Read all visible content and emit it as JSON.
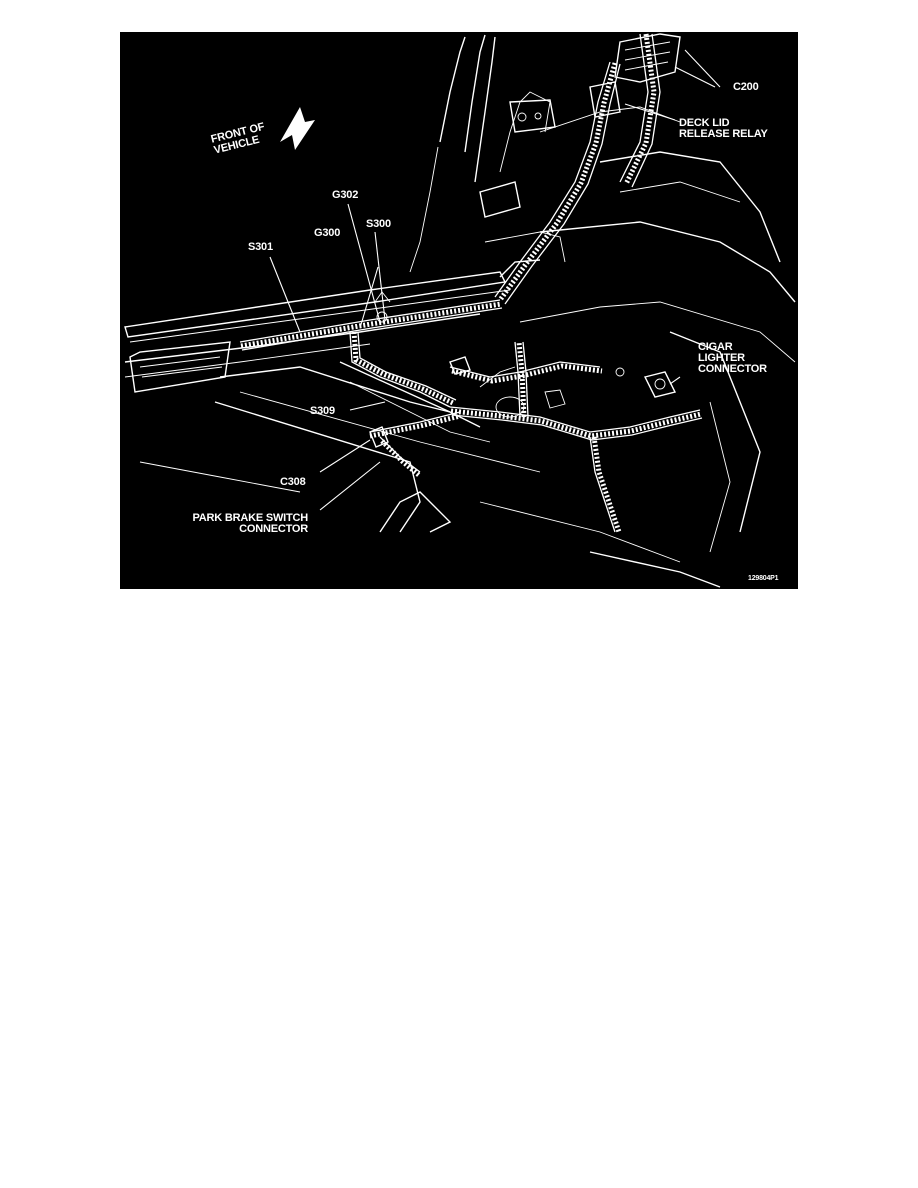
{
  "figure": {
    "background": "#000000",
    "line_color": "#ffffff",
    "figure_id": "129804P1"
  },
  "labels": {
    "c200": "C200",
    "deck_lid_line1": "DECK LID",
    "deck_lid_line2": "RELEASE RELAY",
    "front_line1": "FRONT OF",
    "front_line2": "VEHICLE",
    "g302": "G302",
    "s300": "S300",
    "g300": "G300",
    "s301": "S301",
    "cigar_line1": "CIGAR",
    "cigar_line2": "LIGHTER",
    "cigar_line3": "CONNECTOR",
    "s309": "S309",
    "c308": "C308",
    "park_line1": "PARK BRAKE SWITCH",
    "park_line2": "CONNECTOR"
  }
}
